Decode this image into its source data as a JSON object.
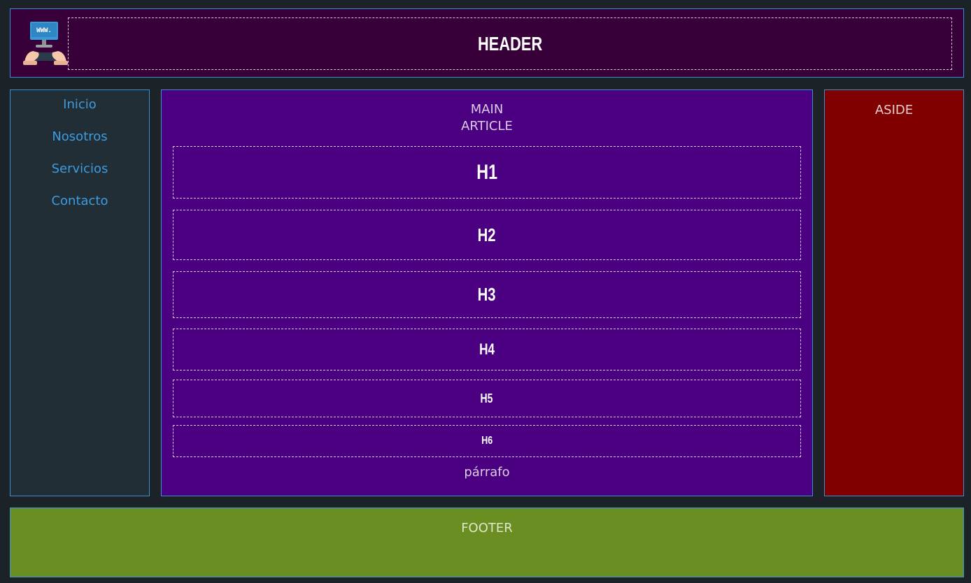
{
  "header": {
    "logo_icon": "computer-www-icon",
    "logo_text": "WWW.",
    "title": "HEADER"
  },
  "nav": {
    "items": [
      {
        "label": "Inicio"
      },
      {
        "label": "Nosotros"
      },
      {
        "label": "Servicios"
      },
      {
        "label": "Contacto"
      }
    ]
  },
  "main": {
    "label": "MAIN",
    "article_label": "ARTICLE",
    "headings": {
      "h1": "H1",
      "h2": "H2",
      "h3": "H3",
      "h4": "H4",
      "h5": "H5",
      "h6": "H6"
    },
    "paragraph": "párrafo"
  },
  "aside": {
    "label": "ASIDE"
  },
  "footer": {
    "label": "FOOTER"
  },
  "colors": {
    "background": "#1b2228",
    "header": "#380038",
    "nav": "#222e35",
    "nav_link": "#3d9be0",
    "main": "#4b0082",
    "aside": "#800000",
    "footer": "#6b8e23",
    "border": "#3b8fd0"
  }
}
